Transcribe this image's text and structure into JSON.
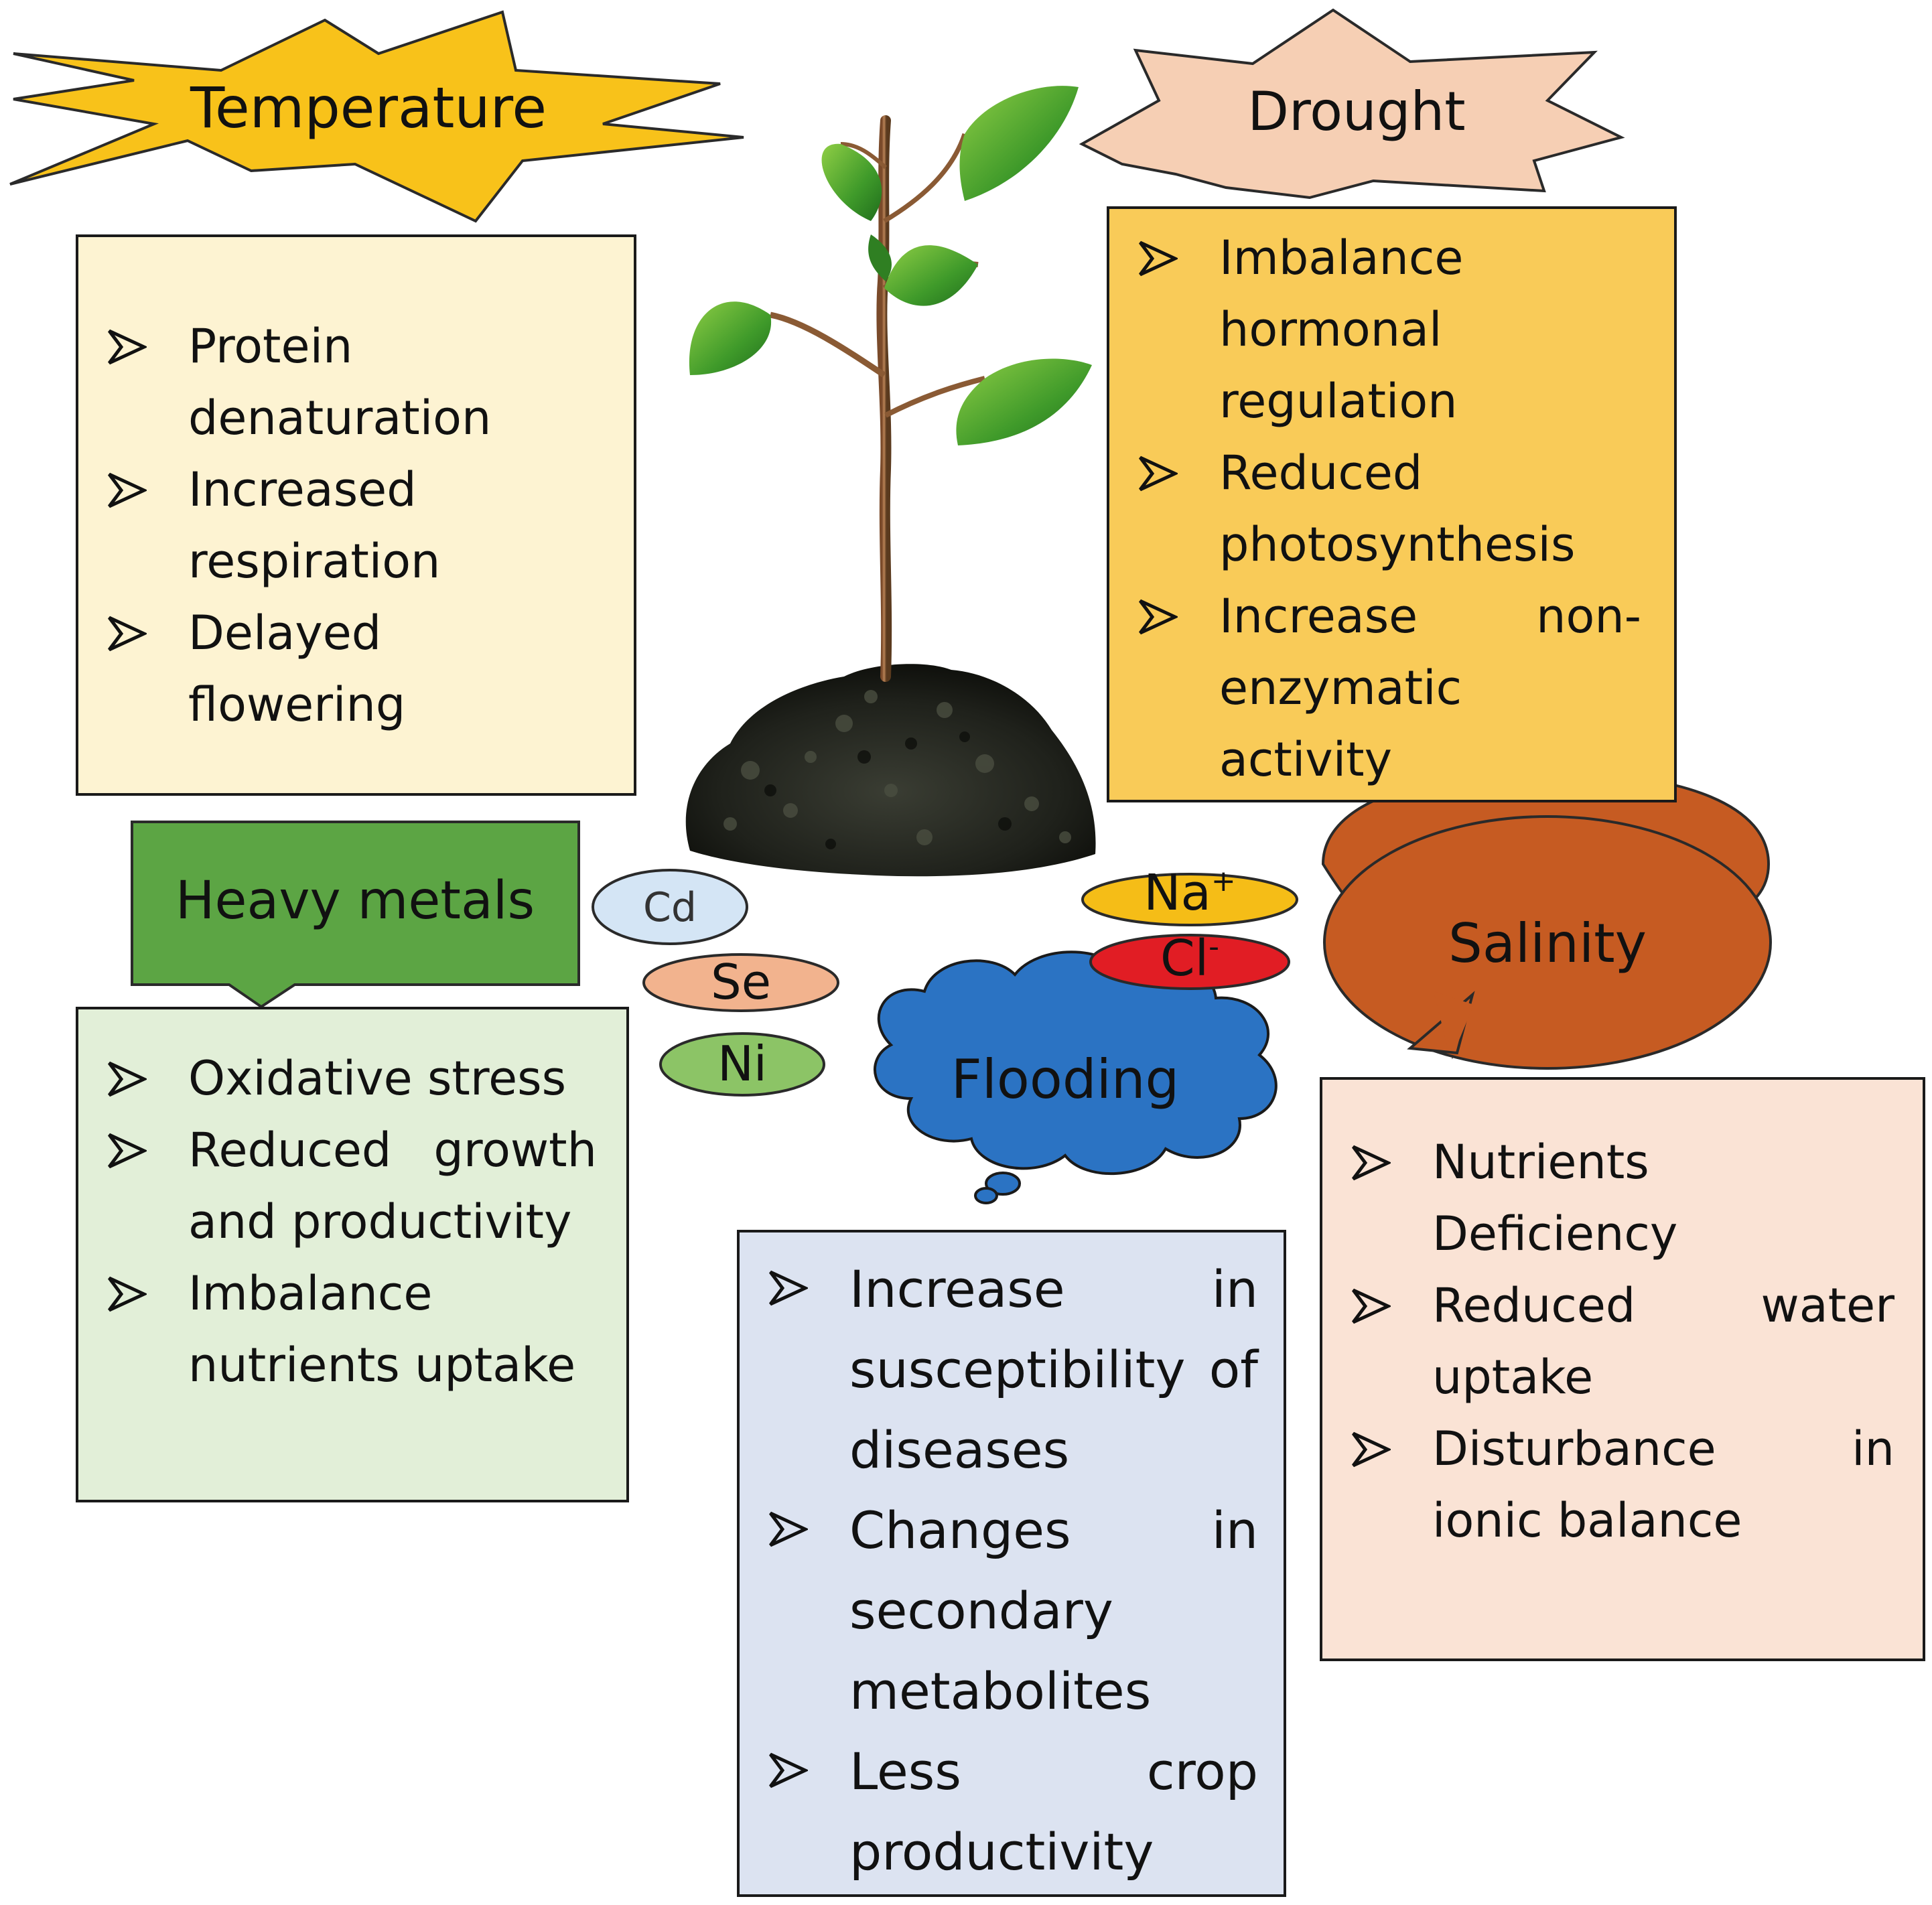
{
  "stressors": {
    "temperature": {
      "label": "Temperature",
      "color": "#F8C21A",
      "effects": [
        "Protein denaturation",
        "Increased respiration",
        "Delayed flowering"
      ],
      "box_color": "#FDF3D2"
    },
    "drought": {
      "label": "Drought",
      "color": "#F6CFB4",
      "effects": [
        "Imbalance hormonal regulation",
        "Reduced photosynthesis",
        "Increase non-enzymatic activity"
      ],
      "box_color": "#F9CB58"
    },
    "heavy_metals": {
      "label": "Heavy metals",
      "color": "#5CA544",
      "effects": [
        "Oxidative stress",
        "Reduced growth and productivity",
        "Imbalance nutrients uptake"
      ],
      "box_color": "#E2EFD8",
      "ions": [
        {
          "label": "Cd",
          "color": "#D4E5F5"
        },
        {
          "label": "Se",
          "color": "#F2B38E"
        },
        {
          "label": "Ni",
          "color": "#8CC466"
        }
      ]
    },
    "salinity": {
      "label": "Salinity",
      "color": "#C65B22",
      "effects": [
        "Nutrients Deficiency",
        "Reduced water uptake",
        "Disturbance in ionic balance"
      ],
      "box_color": "#FAE3D5",
      "ions": [
        {
          "label": "Na",
          "sup": "+",
          "color": "#F5BD17"
        },
        {
          "label": "Cl",
          "sup": "-",
          "color": "#E11D24"
        }
      ]
    },
    "flooding": {
      "label": "Flooding",
      "color": "#2B73C3",
      "effects": [
        "Increase in susceptibility of diseases",
        "Changes in secondary metabolites",
        "Less crop productivity"
      ],
      "box_color": "#DCE3F1"
    }
  }
}
